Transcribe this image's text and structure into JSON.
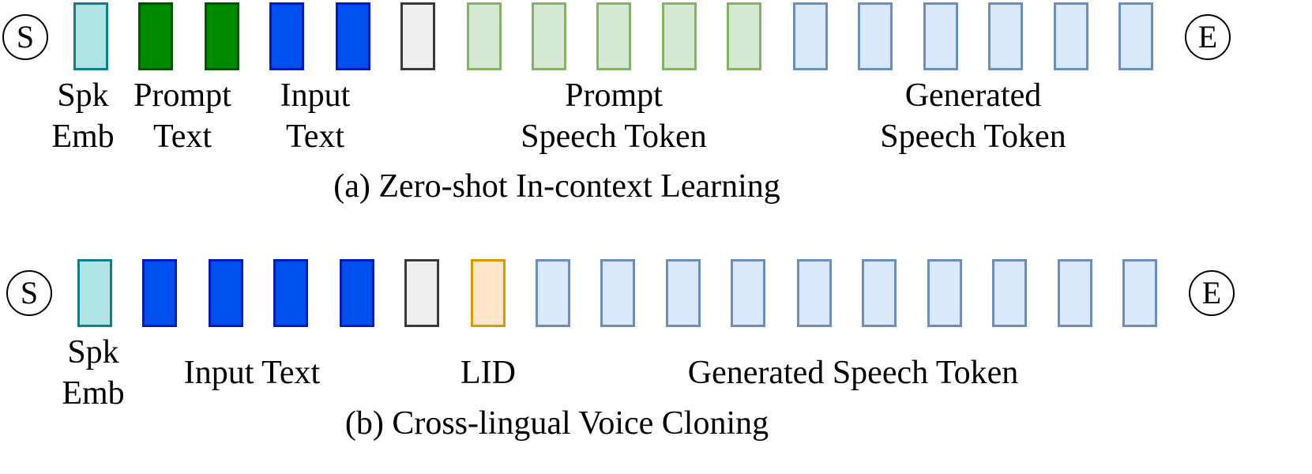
{
  "colors": {
    "spk_emb": {
      "fill": "#b0e3e6",
      "stroke": "#0e8088"
    },
    "prompt_text": {
      "fill": "#008a00",
      "stroke": "#005700"
    },
    "input_text": {
      "fill": "#0050ef",
      "stroke": "#001dbc"
    },
    "separator": {
      "fill": "#eeeeee",
      "stroke": "#36393d"
    },
    "prompt_speech": {
      "fill": "#d5e8d4",
      "stroke": "#82b366"
    },
    "generated_speech": {
      "fill": "#dae8fc",
      "stroke": "#6c8ebf"
    },
    "lid": {
      "fill": "#ffe6cc",
      "stroke": "#d79b00"
    }
  },
  "diagram_a": {
    "start_symbol": "S",
    "end_symbol": "E",
    "caption": "(a) Zero-shot In-context Learning",
    "labels": {
      "spk_emb": [
        "Spk",
        "Emb"
      ],
      "prompt_text": [
        "Prompt",
        "Text"
      ],
      "input_text": [
        "Input",
        "Text"
      ],
      "prompt_speech": [
        "Prompt",
        "Speech Token"
      ],
      "generated_speech": [
        "Generated",
        "Speech Token"
      ]
    }
  },
  "diagram_b": {
    "start_symbol": "S",
    "end_symbol": "E",
    "caption": "(b) Cross-lingual Voice Cloning",
    "labels": {
      "spk_emb": [
        "Spk",
        "Emb"
      ],
      "input_text": "Input Text",
      "lid": "LID",
      "generated_speech": "Generated Speech Token"
    }
  }
}
